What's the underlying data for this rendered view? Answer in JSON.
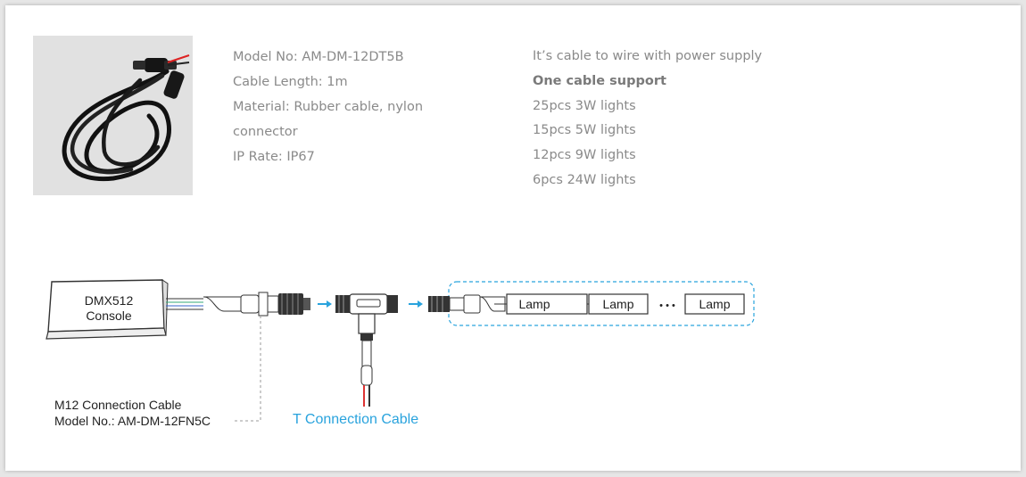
{
  "specs": {
    "model": "Model No: AM-DM-12DT5B",
    "length": "Cable Length: 1m",
    "material_line1": "Material: Rubber cable, nylon",
    "material_line2": "connector",
    "ip": "IP Rate: IP67"
  },
  "support": {
    "intro": "It’s cable to wire with power supply",
    "heading": "One cable support",
    "items": [
      "25pcs 3W lights",
      "15pcs 5W lights",
      "12pcs 9W lights",
      "6pcs 24W lights"
    ]
  },
  "diagram": {
    "console_line1": "DMX512",
    "console_line2": "Console",
    "m12_label_line1": "M12 Connection Cable",
    "m12_label_line2": "Model No.: AM-DM-12FN5C",
    "t_label": "T Connection Cable",
    "lamps": [
      "Lamp",
      "Lamp",
      "Lamp"
    ],
    "ellipsis": "• • •"
  },
  "colors": {
    "accent_blue": "#29a3dd",
    "text_gray": "#8a8a8a",
    "photo_bg": "#e1e1e1"
  },
  "icons": {
    "product_photo": "black-cable-with-t-connector-photo",
    "arrow": "arrow-right-icon"
  }
}
